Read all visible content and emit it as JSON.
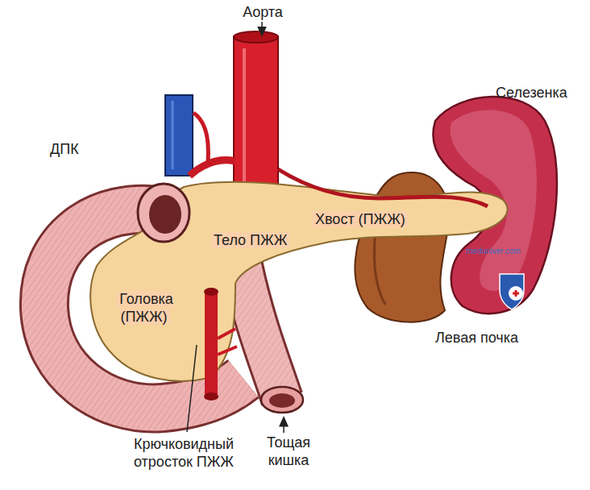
{
  "diagram": {
    "labels": [
      "Аорта",
      "Селезенка",
      "ДПК",
      "Хвост (ПЖЖ)",
      "Тело ПЖЖ",
      "Головка (ПЖЖ)",
      "Левая почка",
      "Крючковидный отросток ПЖЖ",
      "Тощая кишка",
      "meduniver.com"
    ]
  }
}
